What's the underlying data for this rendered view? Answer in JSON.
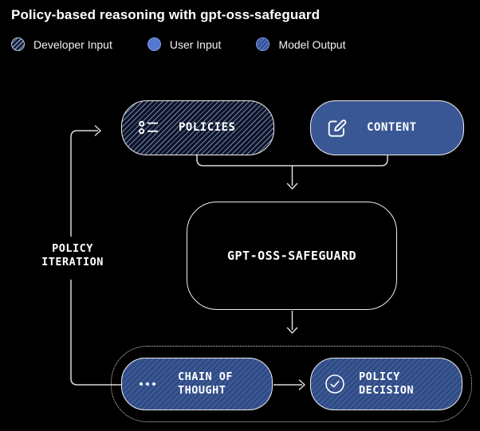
{
  "title": "Policy-based reasoning with gpt-oss-safeguard",
  "legend": {
    "items": [
      {
        "label": "Developer Input",
        "icon": "hatched-dark-circle-icon"
      },
      {
        "label": "User Input",
        "icon": "solid-blue-circle-icon"
      },
      {
        "label": "Model Output",
        "icon": "hatched-blue-circle-icon"
      }
    ]
  },
  "diagram": {
    "nodes": {
      "policies": {
        "label": "POLICIES",
        "icon": "list-icon",
        "style": "developer-input"
      },
      "content": {
        "label": "CONTENT",
        "icon": "edit-icon",
        "style": "user-input"
      },
      "safeguard": {
        "label": "GPT-OSS-SAFEGUARD",
        "style": "plain-outline"
      },
      "chain_of_thought": {
        "line1": "CHAIN OF",
        "line2": "THOUGHT",
        "icon": "ellipsis-icon",
        "style": "model-output"
      },
      "policy_decision": {
        "line1": "POLICY",
        "line2": "DECISION",
        "icon": "check-circle-icon",
        "style": "model-output"
      }
    },
    "loop_label": {
      "line1": "POLICY",
      "line2": "ITERATION"
    }
  },
  "colors": {
    "background": "#000000",
    "accent_blue": "#3A5795",
    "hatch_dark_background": "#0D1426",
    "hatch_light_stripe": "#8DA3D2",
    "legend_user_circle": "#5577D0",
    "connector_line": "#D9D9D9",
    "node_border": "#EFEFEF"
  }
}
